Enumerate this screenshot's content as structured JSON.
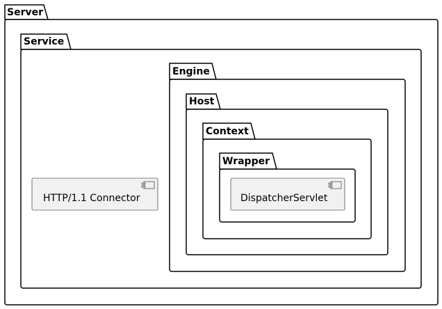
{
  "packages": {
    "server": "Server",
    "service": "Service",
    "engine": "Engine",
    "host": "Host",
    "context": "Context",
    "wrapper": "Wrapper"
  },
  "components": {
    "connector": {
      "label": "HTTP/1.1 Connector",
      "icon": "component-icon"
    },
    "servlet": {
      "label": "DispatcherServlet",
      "icon": "component-icon"
    }
  }
}
